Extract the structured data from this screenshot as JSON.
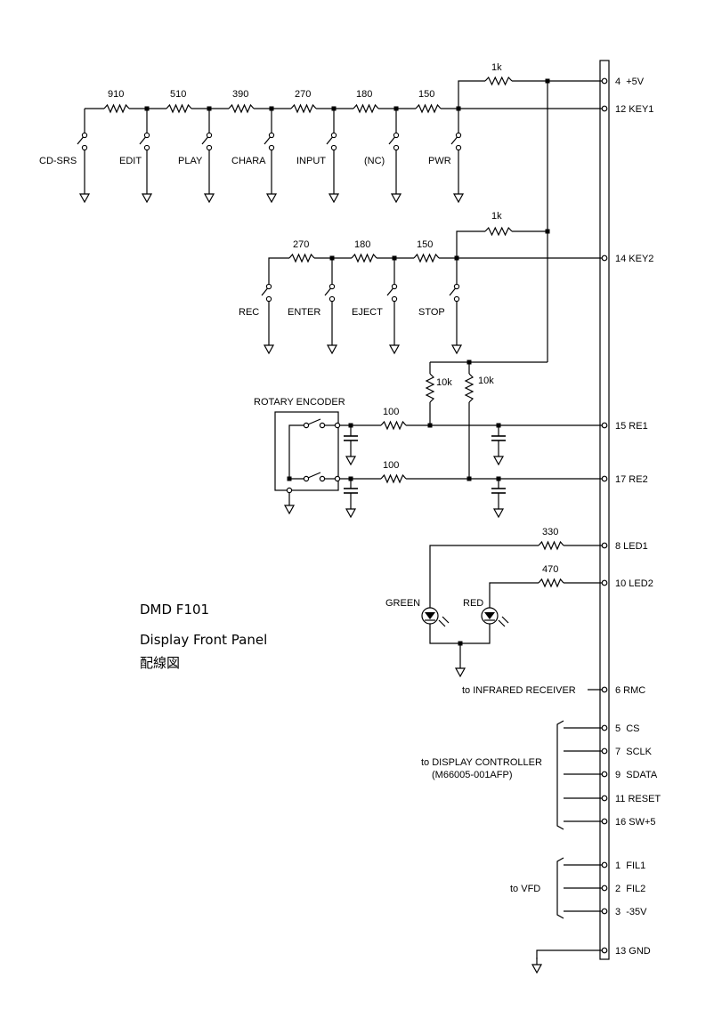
{
  "title": {
    "model": "DMD F101",
    "subtitle": "Display Front Panel",
    "caption": "配線図"
  },
  "key1": {
    "pullup": "1k",
    "resistors": [
      "910",
      "510",
      "390",
      "270",
      "180",
      "150"
    ],
    "switches": [
      "CD-SRS",
      "EDIT",
      "PLAY",
      "CHARA",
      "INPUT",
      "(NC)",
      "PWR"
    ]
  },
  "key2": {
    "pullup": "1k",
    "resistors": [
      "270",
      "180",
      "150"
    ],
    "switches": [
      "REC",
      "ENTER",
      "EJECT",
      "STOP"
    ]
  },
  "encoder": {
    "label": "ROTARY ENCODER",
    "pullups": [
      "10k",
      "10k"
    ],
    "series": [
      "100",
      "100"
    ]
  },
  "leds": {
    "green": "GREEN",
    "red": "RED",
    "r_green": "330",
    "r_red": "470"
  },
  "groups": {
    "ir": "to INFRARED RECEIVER",
    "dc_line1": "to DISPLAY CONTROLLER",
    "dc_line2": "(M66005-001AFP)",
    "vfd": "to VFD"
  },
  "pins": [
    "4  +5V",
    "12 KEY1",
    "14 KEY2",
    "15 RE1",
    "17 RE2",
    "8 LED1",
    "10 LED2",
    "6 RMC",
    "5  CS",
    "7  SCLK",
    "9  SDATA",
    "11 RESET",
    "16 SW+5",
    "1  FIL1",
    "2  FIL2",
    "3  -35V",
    "13 GND"
  ]
}
